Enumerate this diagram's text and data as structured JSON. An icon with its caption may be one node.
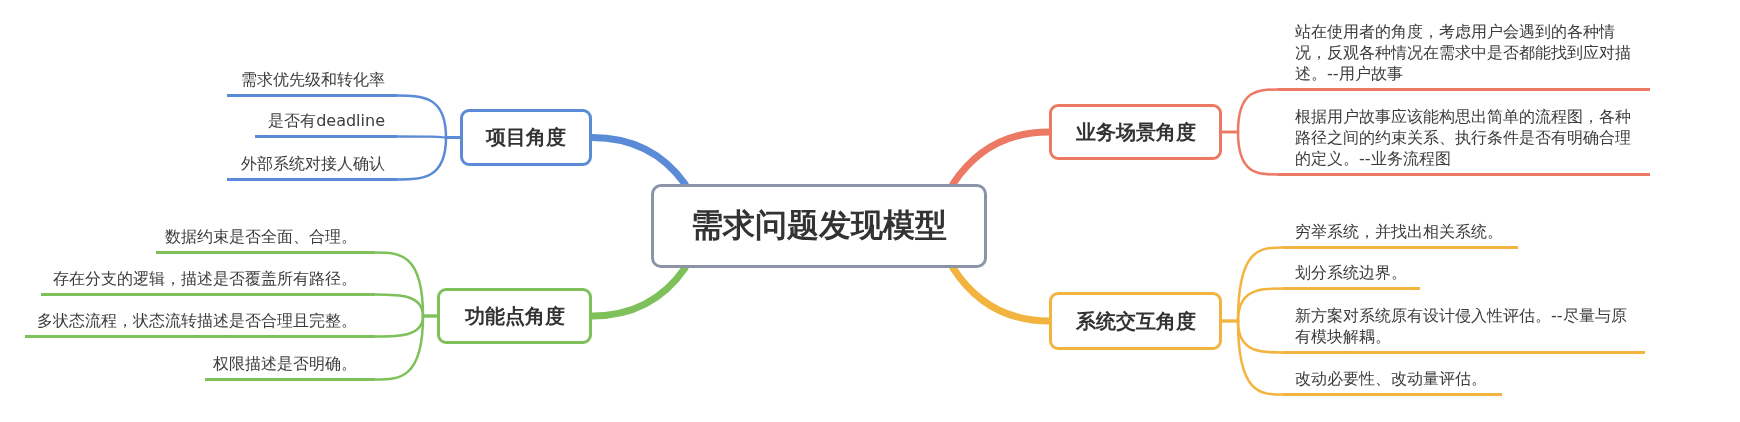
{
  "diagram": {
    "nodes": [
      {
        "text": [
          "需求问题发现模型"
        ]
      },
      {
        "text": [
          "项目角度"
        ]
      },
      {
        "text": [
          "需求优先级和转化率"
        ]
      },
      {
        "text": [
          "是否有deadline"
        ]
      },
      {
        "text": [
          "外部系统对接人确认"
        ]
      },
      {
        "text": [
          "功能点角度"
        ]
      },
      {
        "text": [
          "数据约束是否全面、合理。"
        ]
      },
      {
        "text": [
          "存在分支的逻辑，描述是否覆盖所有路径。"
        ]
      },
      {
        "text": [
          "多状态流程，状态流转描述是否合理且完整。"
        ]
      },
      {
        "text": [
          "权限描述是否明确。"
        ]
      },
      {
        "text": [
          "业务场景角度"
        ]
      },
      {
        "text": [
          "站在使用者的角度，考虑用户会遇到的各种情况，反观各种情况在需求中是否都能找到应对描述。--用户故事"
        ]
      },
      {
        "text": [
          "根据用户故事应该能构思出简单的流程图，各种路径之间的约束关系、执行条件是否有明确合理的定义。--业务流程图"
        ]
      },
      {
        "text": [
          "系统交互角度"
        ]
      },
      {
        "text": [
          "穷举系统，并找出相关系统。"
        ]
      },
      {
        "text": [
          "划分系统边界。"
        ]
      },
      {
        "text": [
          "新方案对系统原有设计侵入性评估。--尽量与原有模块解耦。"
        ]
      },
      {
        "text": [
          "改动必要性、改动量评估。"
        ]
      }
    ],
    "edges": [
      {
        "from": 0,
        "to": 1,
        "arrow": "none",
        "style": "thick",
        "color": "#5b8bd6"
      },
      {
        "from": 1,
        "to": 2,
        "arrow": "none",
        "color": "#5b8bd6"
      },
      {
        "from": 1,
        "to": 3,
        "arrow": "none",
        "color": "#5b8bd6"
      },
      {
        "from": 1,
        "to": 4,
        "arrow": "none",
        "color": "#5b8bd6"
      },
      {
        "from": 0,
        "to": 5,
        "arrow": "none",
        "style": "thick",
        "color": "#7ec15b"
      },
      {
        "from": 5,
        "to": 6,
        "arrow": "none",
        "color": "#7ec15b"
      },
      {
        "from": 5,
        "to": 7,
        "arrow": "none",
        "color": "#7ec15b"
      },
      {
        "from": 5,
        "to": 8,
        "arrow": "none",
        "color": "#7ec15b"
      },
      {
        "from": 5,
        "to": 9,
        "arrow": "none",
        "color": "#7ec15b"
      },
      {
        "from": 0,
        "to": 10,
        "arrow": "none",
        "style": "thick",
        "color": "#ec7963"
      },
      {
        "from": 10,
        "to": 11,
        "arrow": "none",
        "color": "#ec7963"
      },
      {
        "from": 10,
        "to": 12,
        "arrow": "none",
        "color": "#ec7963"
      },
      {
        "from": 0,
        "to": 13,
        "arrow": "none",
        "style": "thick",
        "color": "#f3b43f"
      },
      {
        "from": 13,
        "to": 14,
        "arrow": "none",
        "color": "#f3b43f"
      },
      {
        "from": 13,
        "to": 15,
        "arrow": "none",
        "color": "#f3b43f"
      },
      {
        "from": 13,
        "to": 16,
        "arrow": "none",
        "color": "#f3b43f"
      },
      {
        "from": 13,
        "to": 17,
        "arrow": "none",
        "color": "#f3b43f"
      }
    ]
  }
}
